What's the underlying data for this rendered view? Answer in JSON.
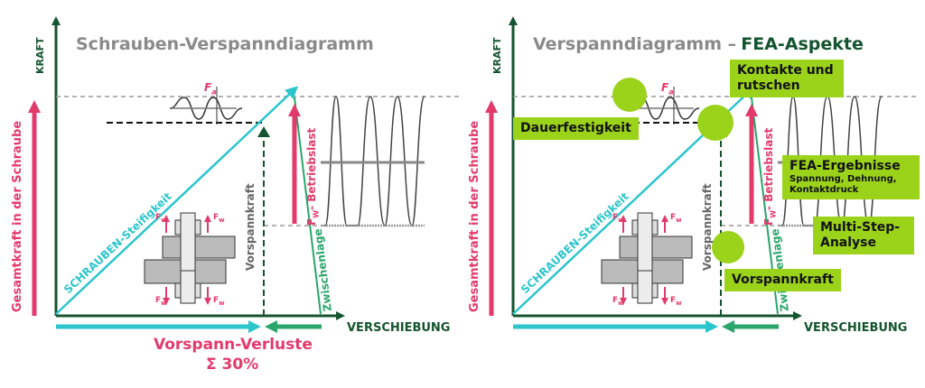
{
  "left": {
    "title": "Schrauben-Verspanndiagramm",
    "axis_y": "KRAFT",
    "axis_x": "VERSCHIEBUNG",
    "total_force": "Gesamtkraft in der Schraube",
    "screw_stiffness": "SCHRAUBEN-Steifigkeit",
    "preload": "Vorspannkraft",
    "interlayer": "Zwischenlage",
    "operating_load": "Betriebslast",
    "operating_load_symbol": "F",
    "operating_load_sub": "W",
    "amplitude_symbol": "F",
    "amplitude_sub": "a",
    "force_sym": "F",
    "force_sub": "w",
    "loss_line1": "Vorspann-Verluste",
    "loss_line2": "Σ 30%"
  },
  "right": {
    "title_part1": "Verspanndiagramm –",
    "title_part2": "FEA-Aspekte",
    "axis_y": "KRAFT",
    "axis_x": "VERSCHIEBUNG",
    "total_force": "Gesamtkraft in der Schraube",
    "screw_stiffness": "SCHRAUBEN-Steifigkeit",
    "preload": "Vorspannkraft",
    "interlayer": "Zwischenlage",
    "operating_load": "Betriebslast",
    "operating_load_symbol": "F",
    "operating_load_sub": "W",
    "amplitude_symbol": "F",
    "amplitude_sub": "a",
    "force_sym": "F",
    "force_sub": "w",
    "boxes": {
      "contacts": "Kontakte und rutschen",
      "fatigue": "Dauerfestigkeit",
      "fea_results": "FEA-Ergebnisse",
      "fea_results_detail": "Spannung, Dehnung, Kontaktdruck",
      "multistep": "Multi-Step-Analyse",
      "preload": "Vorspannkraft"
    }
  },
  "colors": {
    "axis_green": "#14542e",
    "pink": "#e23a6b",
    "cyan": "#2cc5cc",
    "line_green": "#2aa66b",
    "lime": "#9bd21a",
    "gray_title": "#8a8a8a"
  }
}
